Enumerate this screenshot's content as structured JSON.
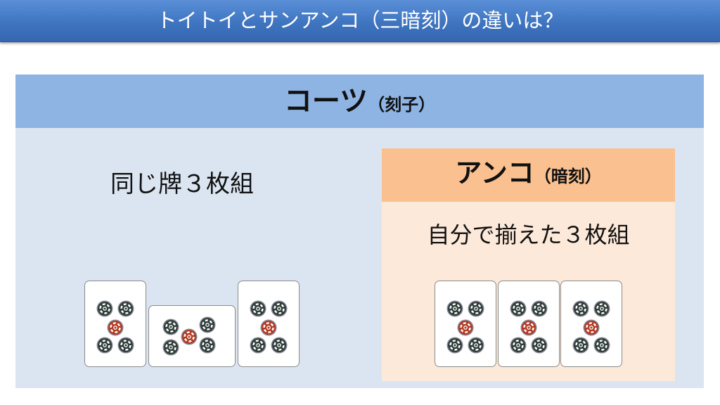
{
  "title": "トイトイとサンアンコ（三暗刻）の違いは？",
  "kotsu": {
    "heading": "コーツ",
    "heading_kanji": "（刻子）",
    "description": "同じ牌３枚組"
  },
  "anko": {
    "heading": "アンコ",
    "heading_kanji": "（暗刻）",
    "description": "自分で揃えた３枚組"
  },
  "tiles": {
    "name": "5-pin",
    "kotsu_orientations": [
      "upright",
      "sideways",
      "upright"
    ],
    "anko_orientations": [
      "upright",
      "upright",
      "upright"
    ]
  },
  "colors": {
    "pin_dark": "#2f3d38",
    "pin_red": "#b23a22",
    "title_bar": "#3f74c0",
    "kotsu_header": "#8eb4e3",
    "anko_header": "#fac08f"
  }
}
